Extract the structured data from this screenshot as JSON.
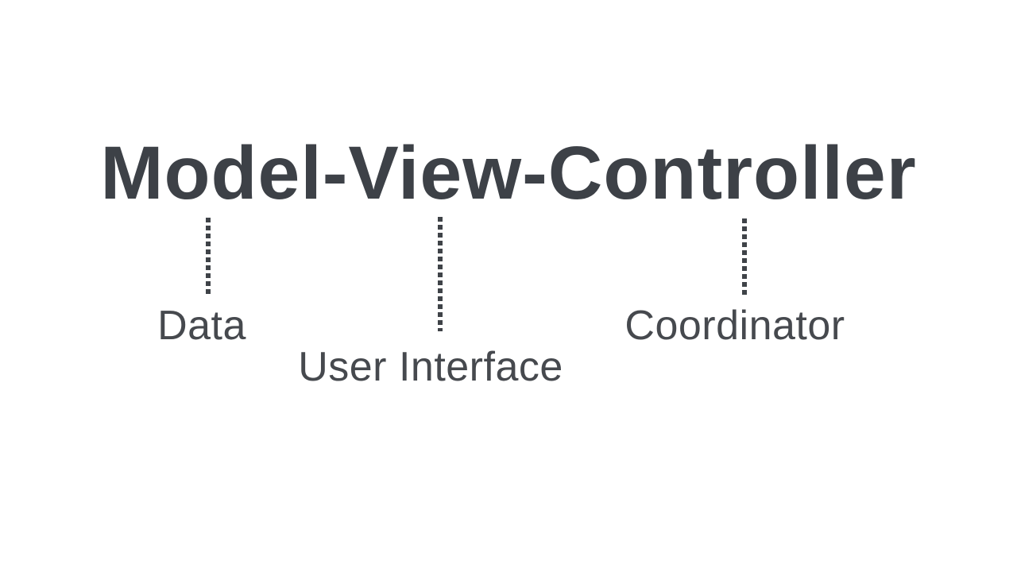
{
  "colors": {
    "background": "#ffffff",
    "title_ink": "#3d4147",
    "label_ink": "#46494e",
    "dot_ink": "#3f4348"
  },
  "diagram": {
    "title": "Model-View-Controller",
    "callouts": [
      {
        "label": "Data"
      },
      {
        "label": "User Interface"
      },
      {
        "label": "Coordinator"
      }
    ]
  }
}
